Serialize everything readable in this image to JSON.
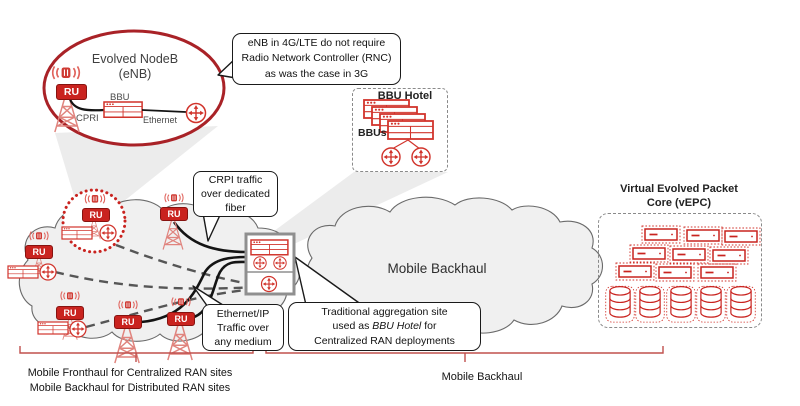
{
  "enb": {
    "title_line1": "Evolved NodeB",
    "title_line2": "(eNB)",
    "bbu_label": "BBU",
    "cpri_label": "CPRI",
    "ethernet_label": "Ethernet"
  },
  "labels": {
    "ru": "RU"
  },
  "callout_rnc": {
    "line1": "eNB in 4G/LTE do not require",
    "line2": "Radio Network Controller (RNC)",
    "line3": "as was the case in 3G"
  },
  "callout_crpi": {
    "line1": "CRPI traffic",
    "line2": "over dedicated",
    "line3": "fiber"
  },
  "callout_eth": {
    "line1": "Ethernet/IP",
    "line2": "Traffic over",
    "line3": "any medium"
  },
  "callout_agg": {
    "line1": "Traditional aggregation site",
    "line2_pre": "used as ",
    "line2_italic": "BBU Hotel",
    "line2_post": " for",
    "line3": "Centralized RAN deployments"
  },
  "bbu_hotel": {
    "title": "BBU Hotel",
    "bbus_label": "BBUs"
  },
  "backhaul_cloud": {
    "label": "Mobile Backhaul"
  },
  "vepc": {
    "title_line1": "Virtual Evolved Packet",
    "title_line2": "Core (vEPC)"
  },
  "brackets": {
    "left_line1": "Mobile Fronthaul for Centralized RAN sites",
    "left_line2": "Mobile Backhaul for Distributed RAN sites",
    "right_label": "Mobile Backhaul"
  },
  "colors": {
    "red": "#c9231f",
    "ellipse_border": "#a92227",
    "cloud_fill": "#f0f0f0",
    "bracket_red": "#c0504d"
  }
}
